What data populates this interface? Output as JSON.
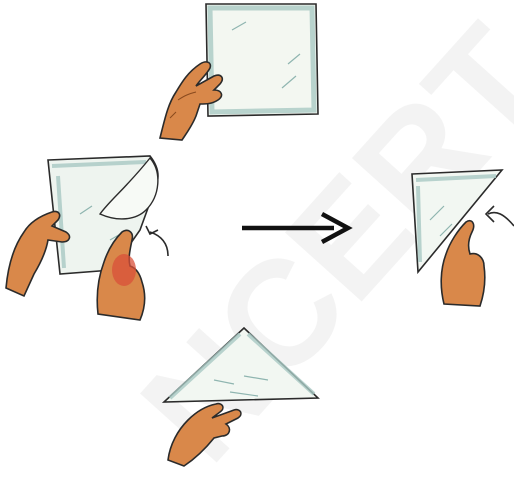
{
  "watermark": "NCERT",
  "colors": {
    "paper": "#f4f7f2",
    "paper_edge": "#a9c7c2",
    "skin": "#d9884a",
    "skin_dark": "#b8642b",
    "outline": "#2b2b2b",
    "arrow": "#111111"
  },
  "steps": [
    {
      "name": "hold-square-paper"
    },
    {
      "name": "fold-corner"
    },
    {
      "name": "folded-corner-result"
    },
    {
      "name": "triangle-result"
    }
  ],
  "arrow": {
    "direction": "right"
  }
}
